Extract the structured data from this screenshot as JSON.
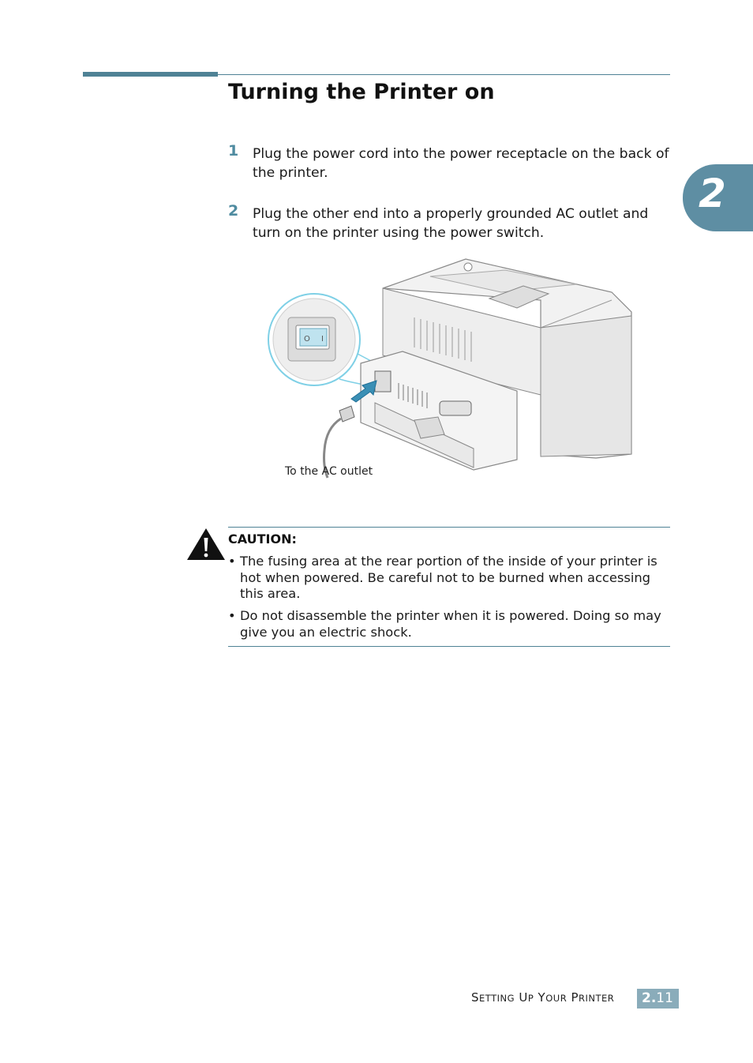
{
  "header": {
    "title": "Turning the Printer on"
  },
  "chapter_tab": {
    "number": "2"
  },
  "steps": [
    {
      "number": "1",
      "text": "Plug the power cord into the power receptacle on the back of the printer."
    },
    {
      "number": "2",
      "text": "Plug the other end into a properly grounded AC outlet and turn on the printer using the power switch."
    }
  ],
  "figure": {
    "caption": "To the AC outlet",
    "switch_labels": {
      "off": "O",
      "on": "I"
    }
  },
  "caution": {
    "title": "CAUTION:",
    "bullet_symbol": "•",
    "items": [
      "The fusing area at the rear portion of the inside of your printer is hot when powered. Be careful not to be burned when accessing this area.",
      "Do not disassemble the printer when it is powered. Doing so may give you an electric shock."
    ]
  },
  "footer": {
    "section_label": "Setting Up Your Printer",
    "page_chapter": "2.",
    "page_number": "11"
  },
  "colors": {
    "accent": "#4f8295",
    "tab": "#5e8ea3",
    "page_box": "#8aacba",
    "figure_highlight": "#7fd0e6"
  }
}
